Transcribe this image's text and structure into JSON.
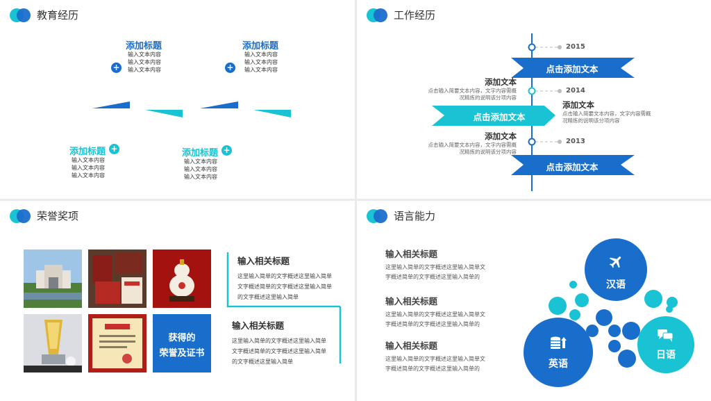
{
  "education": {
    "header": "教育经历",
    "items": [
      {
        "title": "添加标题",
        "lines": [
          "输入文本内容",
          "输入文本内容",
          "输入文本内容"
        ]
      },
      {
        "title": "添加标题",
        "lines": [
          "输入文本内容",
          "输入文本内容",
          "输入文本内容"
        ]
      },
      {
        "title": "添加标题",
        "lines": [
          "输入文本内容",
          "输入文本内容",
          "输入文本内容"
        ]
      },
      {
        "title": "添加标题",
        "lines": [
          "输入文本内容",
          "输入文本内容",
          "输入文本内容"
        ]
      }
    ],
    "plus_symbol": "+"
  },
  "work": {
    "header": "工作经历",
    "years": [
      "2015",
      "2014",
      "2013"
    ],
    "arrows": [
      "点击添加文本",
      "点击添加文本",
      "点击添加文本"
    ],
    "notes": [
      {
        "title": "添加文本",
        "lines": [
          "点击输入简要文本内容，文字内容需概",
          "况精炼的说明该分项内容"
        ]
      },
      {
        "title": "添加文本",
        "lines": [
          "点击输入简要文本内容，文字内容需概",
          "况精炼的说明该分项内容"
        ]
      },
      {
        "title": "添加文本",
        "lines": [
          "点击输入简要文本内容，文字内容需概",
          "况精炼的说明该分项内容"
        ]
      }
    ],
    "colors": {
      "dark": "#1a6ecb",
      "cyan": "#19c3d3"
    }
  },
  "honors": {
    "header": "荣誉奖项",
    "tile_label": [
      "获得的",
      "荣誉及证书"
    ],
    "blocks": [
      {
        "title": "输入相关标题",
        "lines": [
          "这里输入简单的文字概述这里输入简单",
          "文字概述简单的文字概述这里输入简单",
          "的文字概述这里输入简单"
        ]
      },
      {
        "title": "输入相关标题",
        "lines": [
          "这里输入简单的文字概述这里输入简单",
          "文字概述简单的文字概述这里输入简单",
          "的文字概述这里输入简单"
        ]
      }
    ]
  },
  "language": {
    "header": "语言能力",
    "blocks": [
      {
        "title": "输入相关标题",
        "lines": [
          "这里输入简单的文字概述这里输入简单文",
          "字概述简单的文字概述这里输入简单的"
        ]
      },
      {
        "title": "输入相关标题",
        "lines": [
          "这里输入简单的文字概述这里输入简单文",
          "字概述简单的文字概述这里输入简单的"
        ]
      },
      {
        "title": "输入相关标题",
        "lines": [
          "这里输入简单的文字概述这里输入简单文",
          "字概述简单的文字概述这里输入简单的"
        ]
      }
    ],
    "bubbles": [
      {
        "label": "汉语",
        "icon": "airplane-icon"
      },
      {
        "label": "英语",
        "icon": "money-stack-icon"
      },
      {
        "label": "日语",
        "icon": "chat-bubbles-icon"
      }
    ]
  }
}
